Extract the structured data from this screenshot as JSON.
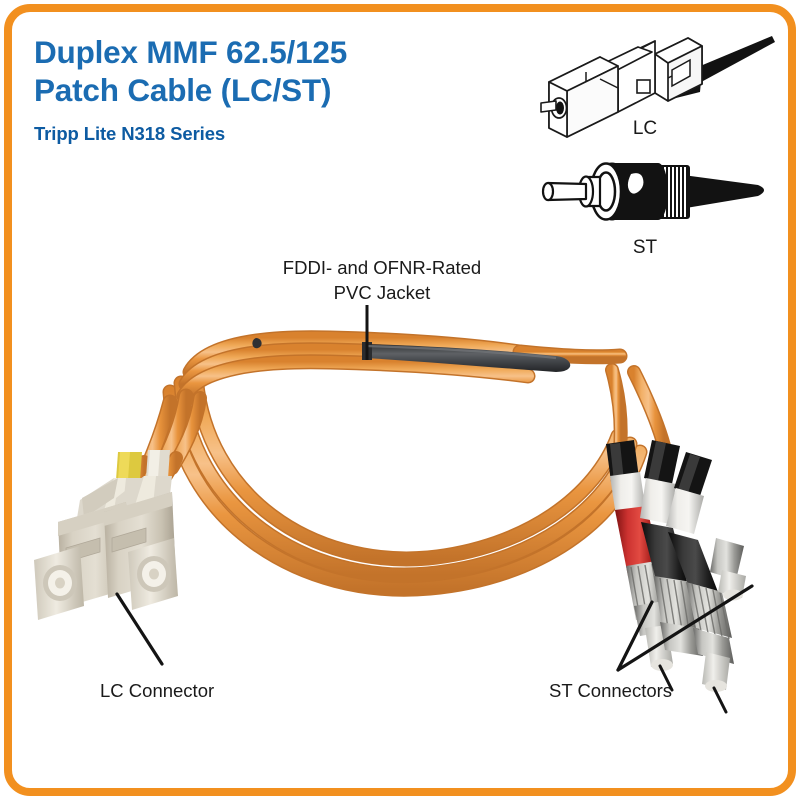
{
  "document": {
    "type": "product-diagram",
    "border_color": "#f2901f",
    "background": "#ffffff"
  },
  "header": {
    "title_line1": "Duplex MMF 62.5/125",
    "title_line2": "Patch Cable (LC/ST)",
    "subtitle": "Tripp Lite N318 Series",
    "title_color": "#1b6cb2",
    "subtitle_color": "#0d5ba2"
  },
  "connector_icons": [
    {
      "id": "lc",
      "caption": "LC",
      "icon_name": "lc-connector-line-drawing"
    },
    {
      "id": "st",
      "caption": "ST",
      "icon_name": "st-connector-line-drawing"
    }
  ],
  "callouts": [
    {
      "id": "jacket",
      "line1": "FDDI- and OFNR-Rated",
      "line2": "PVC Jacket",
      "leader": "vertical"
    },
    {
      "id": "lc-connector",
      "text": "LC Connector",
      "leader": "diagonal"
    },
    {
      "id": "st-connectors",
      "text": "ST Connectors",
      "leader": "double-diagonal"
    }
  ],
  "product_photo": {
    "cable_jacket_color": "#e8943c",
    "cable_highlight_color": "#f5b469",
    "cable_shadow_color": "#c87726",
    "jacket_sleeve_color": "#45474a",
    "lc_body_color": "#cdc6b7",
    "lc_ferrule_color": "#efeae0",
    "lc_band_yellow": "#e8d44a",
    "lc_band_white": "#e4e0d6",
    "st_boot_a_color": "#c02a2a",
    "st_boot_b_color": "#1b1b1b",
    "st_band_color": "#dcdcdc",
    "st_barrel_color": "#9a9a9a",
    "st_crimp_color": "#1a1a1a"
  }
}
